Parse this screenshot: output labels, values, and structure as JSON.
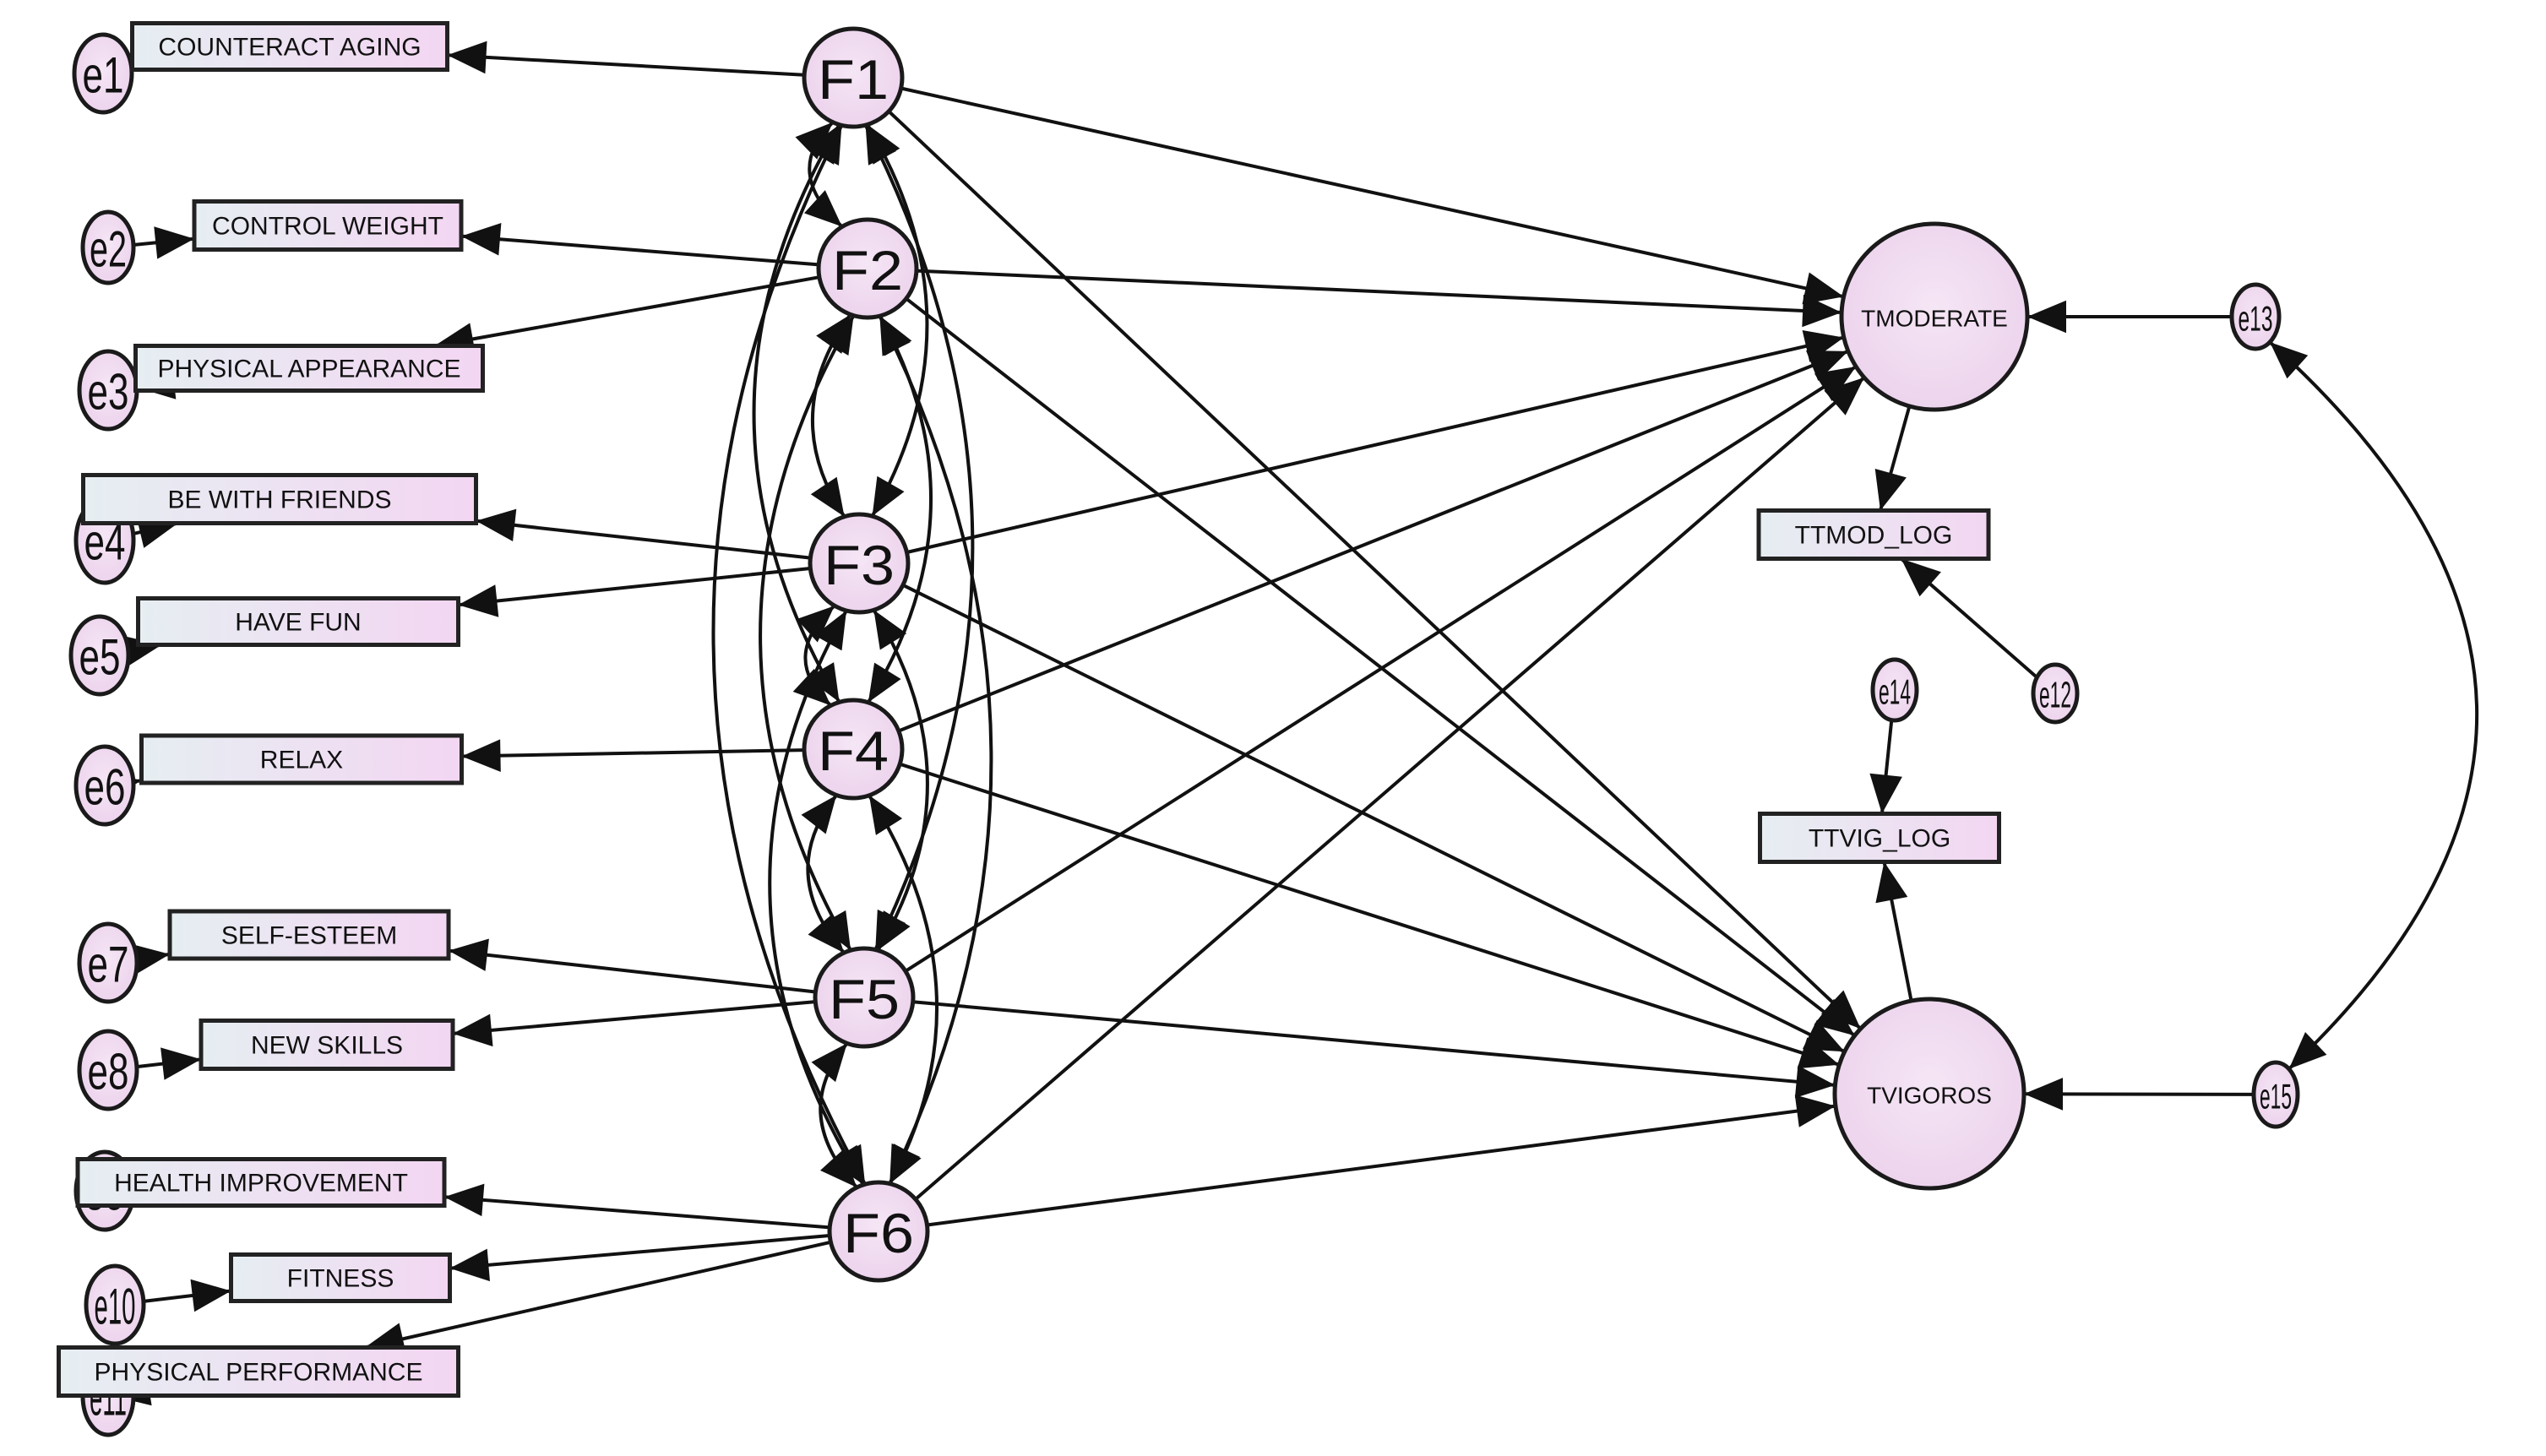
{
  "diagram": {
    "nodes": [
      {
        "id": "e1",
        "label": "e1",
        "kind": "error"
      },
      {
        "id": "e2",
        "label": "e2",
        "kind": "error"
      },
      {
        "id": "e3",
        "label": "e3",
        "kind": "error"
      },
      {
        "id": "e4",
        "label": "e4",
        "kind": "error"
      },
      {
        "id": "e5",
        "label": "e5",
        "kind": "error"
      },
      {
        "id": "e6",
        "label": "e6",
        "kind": "error"
      },
      {
        "id": "e7",
        "label": "e7",
        "kind": "error"
      },
      {
        "id": "e8",
        "label": "e8",
        "kind": "error"
      },
      {
        "id": "e9",
        "label": "e9",
        "kind": "error"
      },
      {
        "id": "e10",
        "label": "e10",
        "kind": "error"
      },
      {
        "id": "e11",
        "label": "e11",
        "kind": "error"
      },
      {
        "id": "e12",
        "label": "e12",
        "kind": "error"
      },
      {
        "id": "e13",
        "label": "e13",
        "kind": "error"
      },
      {
        "id": "e14",
        "label": "e14",
        "kind": "error"
      },
      {
        "id": "e15",
        "label": "e15",
        "kind": "error"
      },
      {
        "id": "b_aging",
        "label": "COUNTERACT AGING",
        "kind": "observed"
      },
      {
        "id": "b_weight",
        "label": "CONTROL WEIGHT",
        "kind": "observed"
      },
      {
        "id": "b_appear",
        "label": "PHYSICAL APPEARANCE",
        "kind": "observed"
      },
      {
        "id": "b_friends",
        "label": "BE WITH FRIENDS",
        "kind": "observed"
      },
      {
        "id": "b_fun",
        "label": "HAVE FUN",
        "kind": "observed"
      },
      {
        "id": "b_relax",
        "label": "RELAX",
        "kind": "observed"
      },
      {
        "id": "b_esteem",
        "label": "SELF-ESTEEM",
        "kind": "observed"
      },
      {
        "id": "b_skills",
        "label": "NEW SKILLS",
        "kind": "observed"
      },
      {
        "id": "b_health",
        "label": "HEALTH IMPROVEMENT",
        "kind": "observed"
      },
      {
        "id": "b_fitness",
        "label": "FITNESS",
        "kind": "observed"
      },
      {
        "id": "b_perf",
        "label": "PHYSICAL PERFORMANCE",
        "kind": "observed"
      },
      {
        "id": "b_ttmod",
        "label": "TTMOD_LOG",
        "kind": "observed"
      },
      {
        "id": "b_ttvig",
        "label": "TTVIG_LOG",
        "kind": "observed"
      },
      {
        "id": "F1",
        "label": "F1",
        "kind": "factor"
      },
      {
        "id": "F2",
        "label": "F2",
        "kind": "factor"
      },
      {
        "id": "F3",
        "label": "F3",
        "kind": "factor"
      },
      {
        "id": "F4",
        "label": "F4",
        "kind": "factor"
      },
      {
        "id": "F5",
        "label": "F5",
        "kind": "factor"
      },
      {
        "id": "F6",
        "label": "F6",
        "kind": "factor"
      },
      {
        "id": "TMOD",
        "label": "TMODERATE",
        "kind": "latent"
      },
      {
        "id": "TVIG",
        "label": "TVIGOROS",
        "kind": "latent"
      }
    ],
    "edges": [
      {
        "from": "e1",
        "to": "b_aging"
      },
      {
        "from": "e2",
        "to": "b_weight"
      },
      {
        "from": "e3",
        "to": "b_appear"
      },
      {
        "from": "e4",
        "to": "b_friends"
      },
      {
        "from": "e5",
        "to": "b_fun"
      },
      {
        "from": "e6",
        "to": "b_relax"
      },
      {
        "from": "e7",
        "to": "b_esteem"
      },
      {
        "from": "e8",
        "to": "b_skills"
      },
      {
        "from": "e9",
        "to": "b_health"
      },
      {
        "from": "e10",
        "to": "b_fitness"
      },
      {
        "from": "e11",
        "to": "b_perf"
      },
      {
        "from": "F1",
        "to": "b_aging"
      },
      {
        "from": "F2",
        "to": "b_weight"
      },
      {
        "from": "F2",
        "to": "b_appear"
      },
      {
        "from": "F3",
        "to": "b_friends"
      },
      {
        "from": "F3",
        "to": "b_fun"
      },
      {
        "from": "F4",
        "to": "b_relax"
      },
      {
        "from": "F5",
        "to": "b_esteem"
      },
      {
        "from": "F5",
        "to": "b_skills"
      },
      {
        "from": "F6",
        "to": "b_health"
      },
      {
        "from": "F6",
        "to": "b_fitness"
      },
      {
        "from": "F6",
        "to": "b_perf"
      },
      {
        "from": "F1",
        "to": "TMOD"
      },
      {
        "from": "F2",
        "to": "TMOD"
      },
      {
        "from": "F3",
        "to": "TMOD"
      },
      {
        "from": "F4",
        "to": "TMOD"
      },
      {
        "from": "F5",
        "to": "TMOD"
      },
      {
        "from": "F6",
        "to": "TMOD"
      },
      {
        "from": "F1",
        "to": "TVIG"
      },
      {
        "from": "F2",
        "to": "TVIG"
      },
      {
        "from": "F3",
        "to": "TVIG"
      },
      {
        "from": "F4",
        "to": "TVIG"
      },
      {
        "from": "F5",
        "to": "TVIG"
      },
      {
        "from": "F6",
        "to": "TVIG"
      },
      {
        "from": "TMOD",
        "to": "b_ttmod"
      },
      {
        "from": "e12",
        "to": "b_ttmod"
      },
      {
        "from": "TVIG",
        "to": "b_ttvig"
      },
      {
        "from": "e14",
        "to": "b_ttvig"
      },
      {
        "from": "e13",
        "to": "TMOD"
      },
      {
        "from": "e15",
        "to": "TVIG"
      }
    ],
    "covariances": [
      {
        "a": "F1",
        "b": "F2"
      },
      {
        "a": "F1",
        "b": "F3"
      },
      {
        "a": "F1",
        "b": "F4"
      },
      {
        "a": "F1",
        "b": "F5"
      },
      {
        "a": "F1",
        "b": "F6"
      },
      {
        "a": "F2",
        "b": "F3"
      },
      {
        "a": "F2",
        "b": "F4"
      },
      {
        "a": "F2",
        "b": "F5"
      },
      {
        "a": "F2",
        "b": "F6"
      },
      {
        "a": "F3",
        "b": "F4"
      },
      {
        "a": "F3",
        "b": "F5"
      },
      {
        "a": "F3",
        "b": "F6"
      },
      {
        "a": "F4",
        "b": "F5"
      },
      {
        "a": "F4",
        "b": "F6"
      },
      {
        "a": "F5",
        "b": "F6"
      },
      {
        "a": "e13",
        "b": "e15"
      }
    ],
    "colors": {
      "node_fill": "#f1dcf1",
      "box_fill_left": "#e6eef2",
      "box_fill_right": "#f3d6f2",
      "stroke": "#111111"
    }
  }
}
